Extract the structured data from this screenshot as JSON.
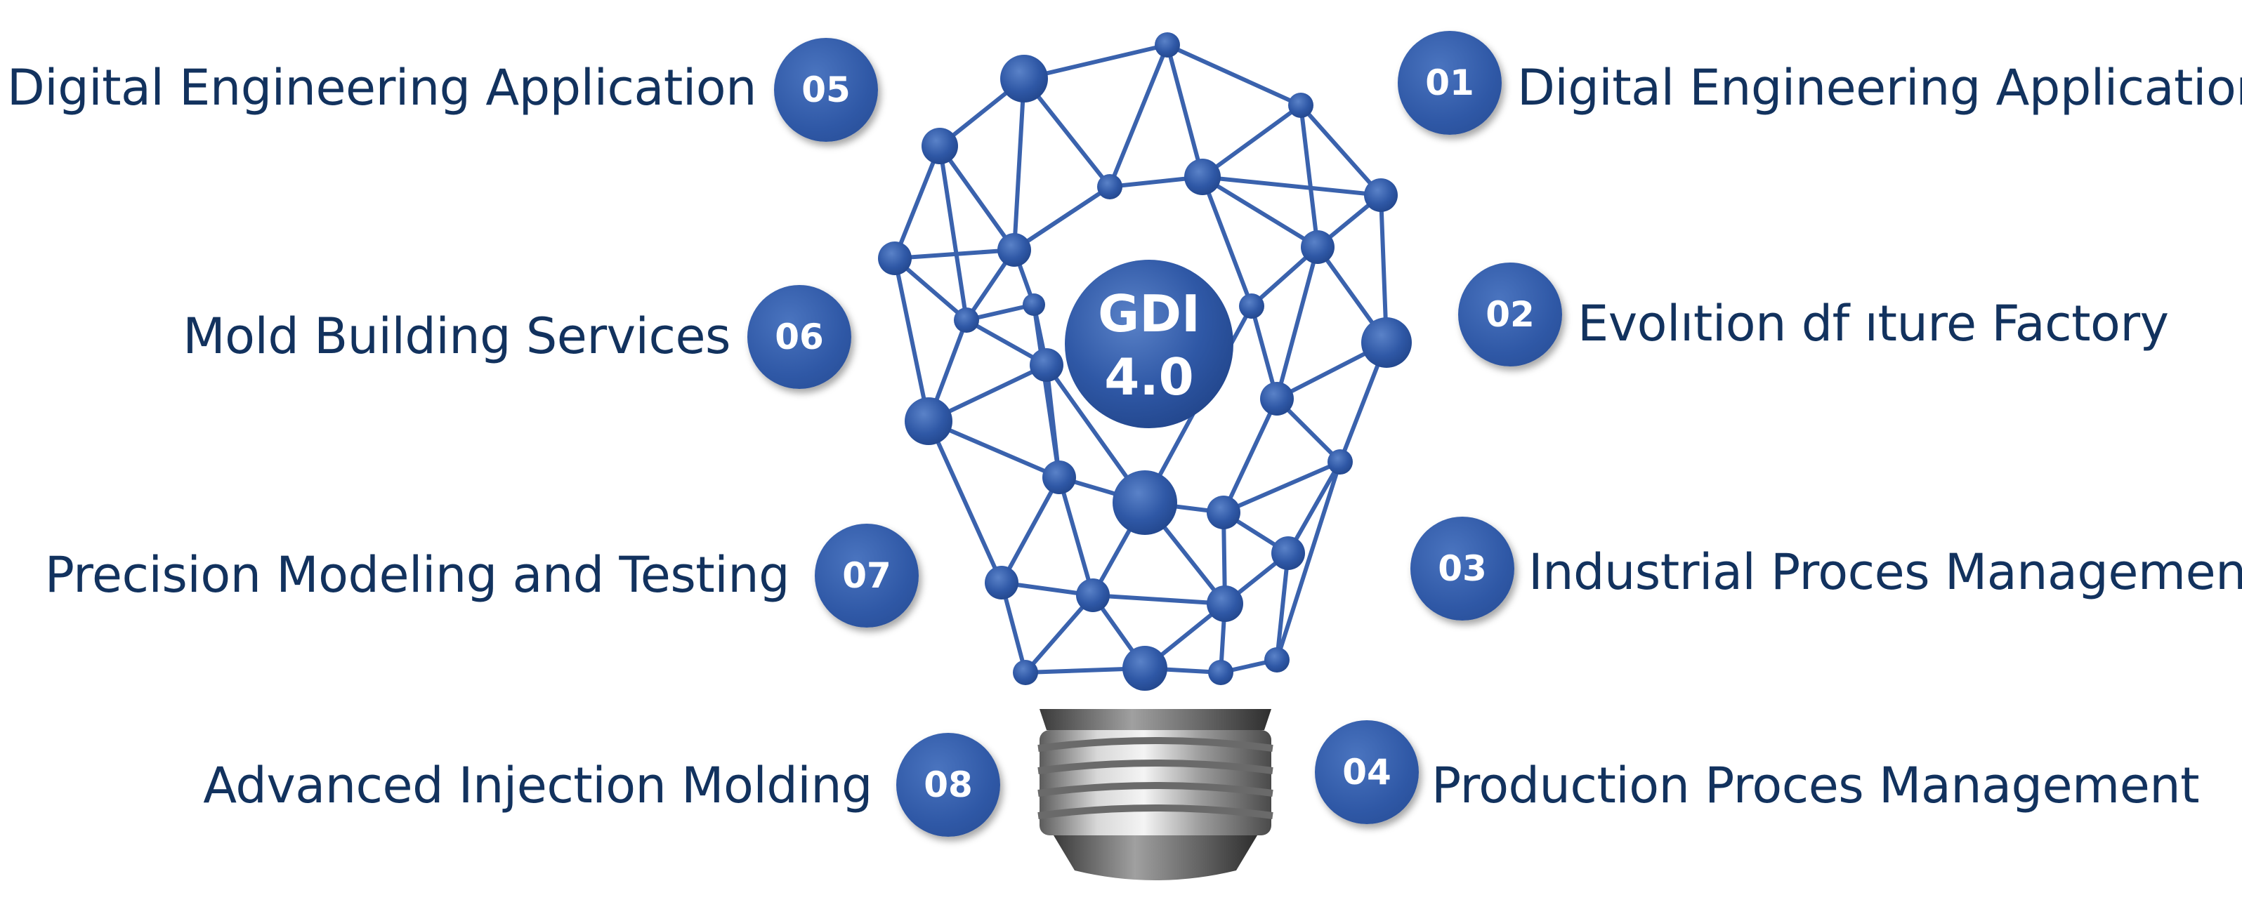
{
  "center": {
    "line1": "GDI",
    "line2": "4.0"
  },
  "colors": {
    "node": "#2f58a6",
    "line": "#3a62ad",
    "label": "#12325e",
    "badge": "#2f58a6"
  },
  "right_items": [
    {
      "number": "01",
      "label": "Digital Engineering Application"
    },
    {
      "number": "02",
      "label": "Evolıtion df ıture Factory"
    },
    {
      "number": "03",
      "label": "Industrial Proces Management"
    },
    {
      "number": "04",
      "label": "Production Proces Management"
    }
  ],
  "left_items": [
    {
      "number": "05",
      "label": "Digital Engineering Application"
    },
    {
      "number": "06",
      "label": "Mold Building Services"
    },
    {
      "number": "07",
      "label": "Precision Modeling and Testing"
    },
    {
      "number": "08",
      "label": "Advanced Injection Molding"
    }
  ]
}
